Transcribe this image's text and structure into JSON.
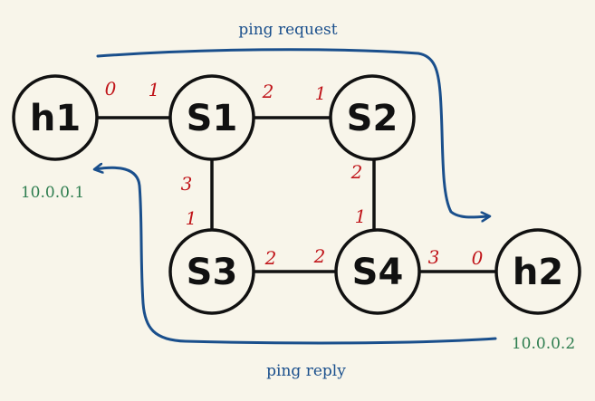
{
  "colors": {
    "background": "#f8f5ea",
    "node_stroke": "#111111",
    "link": "#111111",
    "port": "#c0151a",
    "flow": "#1a4f8c",
    "ip": "#2e7d4f"
  },
  "nodes": [
    {
      "id": "h1",
      "label": "h1"
    },
    {
      "id": "s1",
      "label": "S1"
    },
    {
      "id": "s2",
      "label": "S2"
    },
    {
      "id": "s3",
      "label": "S3"
    },
    {
      "id": "s4",
      "label": "S4"
    },
    {
      "id": "h2",
      "label": "h2"
    }
  ],
  "links": [
    {
      "from": "h1",
      "to": "s1"
    },
    {
      "from": "s1",
      "to": "s2"
    },
    {
      "from": "s1",
      "to": "s3"
    },
    {
      "from": "s2",
      "to": "s4"
    },
    {
      "from": "s3",
      "to": "s4"
    },
    {
      "from": "s4",
      "to": "h2"
    }
  ],
  "ports": [
    {
      "id": "h1-s1-near-h1",
      "text": "0"
    },
    {
      "id": "h1-s1-near-s1",
      "text": "1"
    },
    {
      "id": "s1-s2-near-s1",
      "text": "2"
    },
    {
      "id": "s1-s2-near-s2",
      "text": "1"
    },
    {
      "id": "s1-s3-near-s1",
      "text": "3"
    },
    {
      "id": "s1-s3-near-s3",
      "text": "1"
    },
    {
      "id": "s2-s4-near-s2",
      "text": "2"
    },
    {
      "id": "s2-s4-near-s4",
      "text": "1"
    },
    {
      "id": "s3-s4-near-s3",
      "text": "2"
    },
    {
      "id": "s3-s4-near-s4",
      "text": "2"
    },
    {
      "id": "s4-h2-near-s4",
      "text": "3"
    },
    {
      "id": "s4-h2-near-h2",
      "text": "0"
    }
  ],
  "flows": {
    "request": {
      "label": "ping request"
    },
    "reply": {
      "label": "ping reply"
    }
  },
  "ips": {
    "h1": "10.0.0.1",
    "h2": "10.0.0.2"
  }
}
